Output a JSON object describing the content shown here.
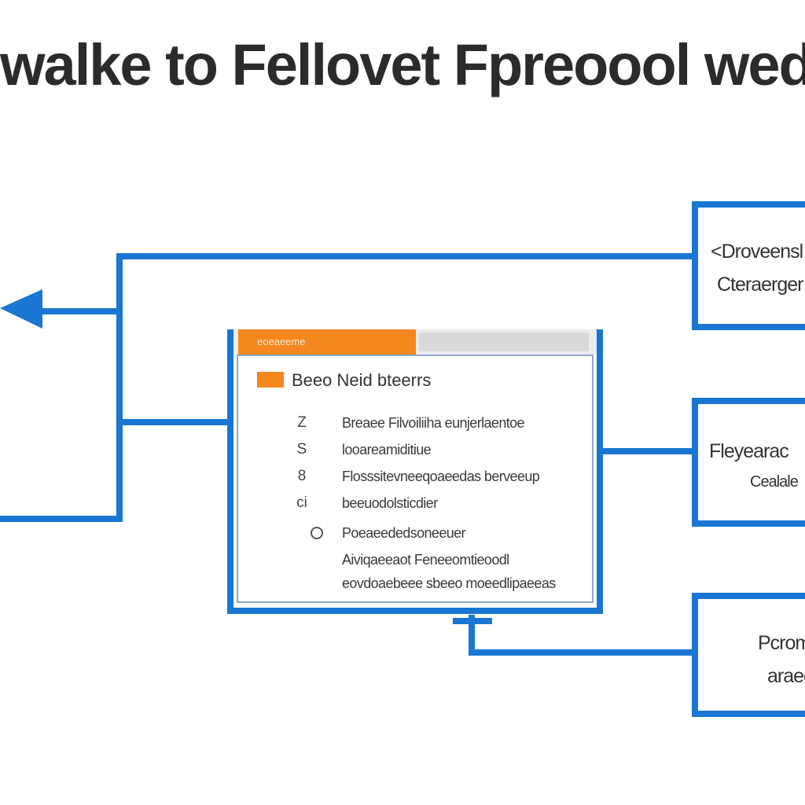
{
  "title": "walke to Fellovet Fpreoool wed Fel Ex",
  "colors": {
    "connector": "#1976d2",
    "accent": "#f5871f",
    "text": "#333333"
  },
  "panel": {
    "tab_label": "eoeaeeme",
    "heading": "Beeo Neid bteerrs",
    "items": [
      {
        "marker": "Z",
        "text": "Breaee Filvoiliiha eunjerlaentoe"
      },
      {
        "marker": "S",
        "text": "looareamiditiue"
      },
      {
        "marker": "8",
        "text": "Flosssitevneeqoaeedas berveeup"
      },
      {
        "marker": "ci",
        "text": "beeuodolsticdier"
      },
      {
        "marker": "",
        "text": "Poeaeededsoneeuer"
      },
      {
        "marker": "",
        "text": "Aiviqaeeaot Feneeomtieoodl"
      },
      {
        "marker": "",
        "text": "eovdoaebeee sbeeo moeedlipaeeas"
      }
    ]
  },
  "boxes": [
    {
      "id": "top",
      "lines": [
        "<Droveensl",
        "Cteraerger"
      ]
    },
    {
      "id": "middle",
      "lines": [
        "Fleyearac",
        "Cealale"
      ]
    },
    {
      "id": "bottom",
      "lines": [
        "Pcrom",
        "araeo"
      ]
    }
  ]
}
